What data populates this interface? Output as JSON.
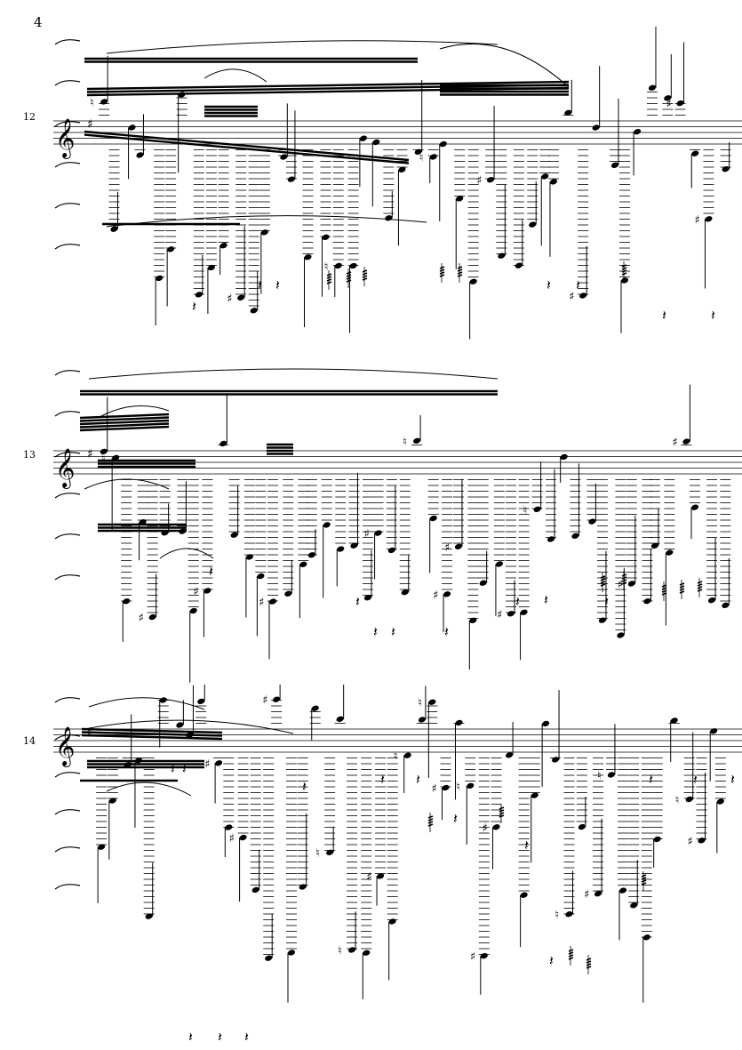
{
  "page": {
    "number": "4"
  },
  "systems": [
    {
      "measure": "12",
      "key_signature_accidental": "♯"
    },
    {
      "measure": "13",
      "key_signature_accidental": "♯"
    },
    {
      "measure": "14",
      "key_signature_accidental": "♯"
    }
  ],
  "glyphs": {
    "treble_clef": "𝄞",
    "sharp": "♯",
    "natural": "♮",
    "rest": "𝄽"
  },
  "colors": {
    "ink": "#000000",
    "paper": "#ffffff"
  }
}
